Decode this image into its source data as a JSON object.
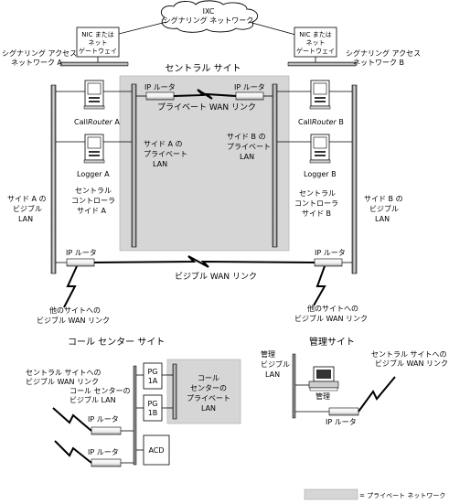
{
  "cloud_line1": "IXC",
  "cloud_line2": "シグナリング ネットワーク",
  "nic_a_line1": "NIC または",
  "nic_a_line2": "ネット",
  "nic_a_line3": "ゲートウェイ",
  "nic_b_line1": "NIC または",
  "nic_b_line2": "ネット",
  "nic_b_line3": "ゲートウェイ",
  "signaling_a_line1": "シグナリング アクセス",
  "signaling_a_line2": "ネットワーク A",
  "signaling_b_line1": "シグナリング アクセス",
  "signaling_b_line2": "ネットワーク B",
  "central_site": "セントラル サイト",
  "ip_router_1": "IP ルータ",
  "ip_router_2": "IP ルータ",
  "private_wan_link": "プライベート WAN リンク",
  "callrouter_a_prefix": "Call",
  "callrouter_a_italic": "Router",
  "callrouter_a_suffix": " A",
  "callrouter_b_prefix": "Call",
  "callrouter_b_italic": "Router",
  "callrouter_b_suffix": " B",
  "logger_a": "Logger A",
  "logger_b": "Logger B",
  "side_a_private_line1": "サイド A の",
  "side_a_private_line2": "プライベート",
  "side_a_private_line3": "LAN",
  "side_b_private_line1": "サイド B の",
  "side_b_private_line2": "プライベート",
  "side_b_private_line3": "LAN",
  "central_ctrl_a_line1": "セントラル",
  "central_ctrl_a_line2": "コントローラ",
  "central_ctrl_a_line3": "サイド A",
  "central_ctrl_b_line1": "セントラル",
  "central_ctrl_b_line2": "コントローラ",
  "central_ctrl_b_line3": "サイド B",
  "side_a_visible_line1": "サイド A の",
  "side_a_visible_line2": "ビジブル",
  "side_a_visible_line3": "LAN",
  "side_b_visible_line1": "サイド B の",
  "side_b_visible_line2": "ビジブル",
  "side_b_visible_line3": "LAN",
  "ip_router_3": "IP ルータ",
  "ip_router_4": "IP ルータ",
  "visible_wan_link": "ビジブル WAN リンク",
  "other_sites_a_line1": "他のサイトへの",
  "other_sites_a_line2": "ビジブル WAN リンク",
  "other_sites_b_line1": "他のサイトへの",
  "other_sites_b_line2": "ビジブル WAN リンク",
  "call_center_site": "コール センター サイト",
  "admin_site": "管理サイト",
  "cc_link_central_line1": "セントラル サイトへの",
  "cc_link_central_line2": "ビジブル WAN リンク",
  "cc_visible_lan_line1": "コール センターの",
  "cc_visible_lan_line2": "ビジブル LAN",
  "ip_router_5": "IP ルータ",
  "ip_router_6": "IP ルータ",
  "pg1a_line1": "PG",
  "pg1a_line2": "1A",
  "pg1b_line1": "PG",
  "pg1b_line2": "1B",
  "acd": "ACD",
  "cc_private_line1": "コール",
  "cc_private_line2": "センターの",
  "cc_private_line3": "プライベート",
  "cc_private_line4": "LAN",
  "admin_visible_line1": "管理",
  "admin_visible_line2": "ビジブル",
  "admin_visible_line3": "LAN",
  "admin_pc": "管理",
  "ip_router_7": "IP ルータ",
  "admin_link_line1": "セントラル サイトへの",
  "admin_link_line2": "ビジブル WAN リンク",
  "legend_label": "= プライベート ネットワーク"
}
